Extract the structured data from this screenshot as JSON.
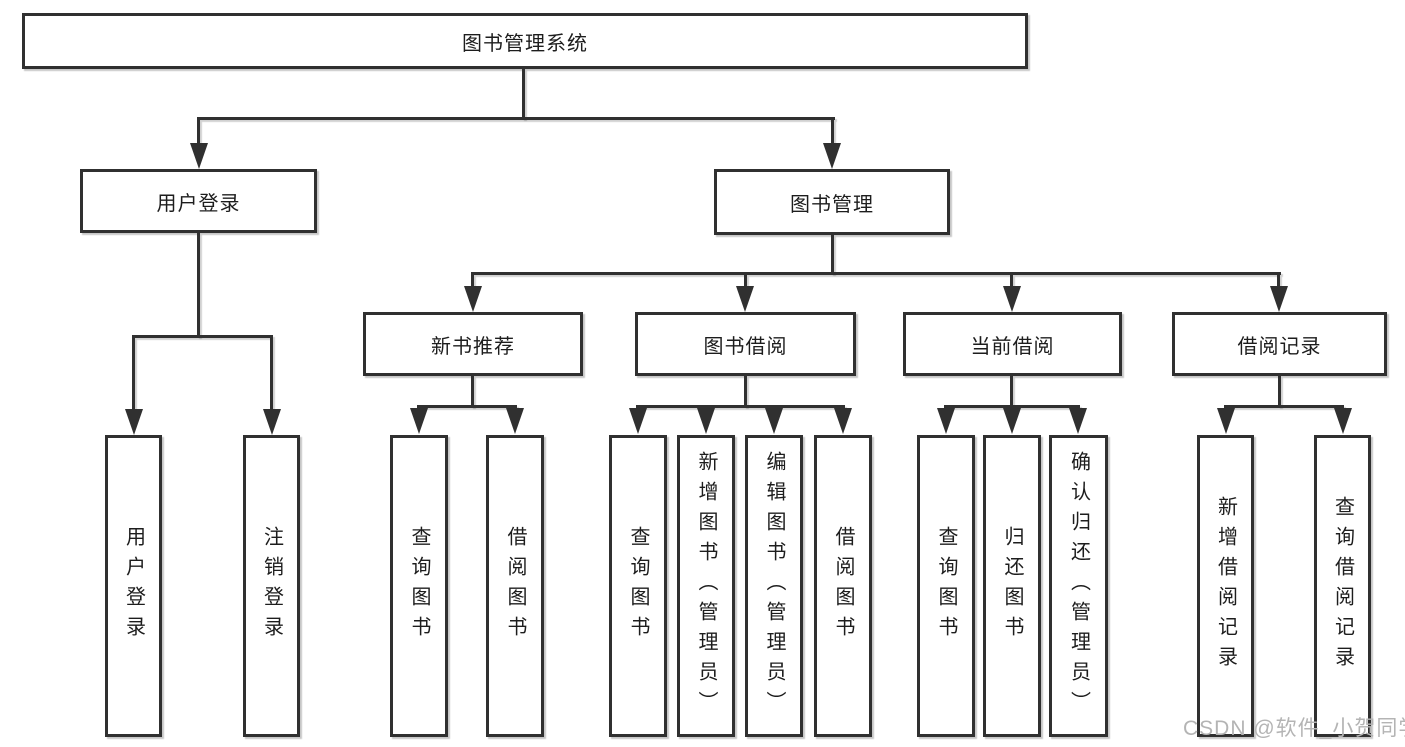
{
  "diagram": {
    "type": "hierarchy",
    "tree": {
      "label": "图书管理系统",
      "children": [
        {
          "label": "用户登录",
          "children": [
            {
              "label": "用户登录"
            },
            {
              "label": "注销登录"
            }
          ]
        },
        {
          "label": "图书管理",
          "children": [
            {
              "label": "新书推荐",
              "children": [
                {
                  "label": "查询图书"
                },
                {
                  "label": "借阅图书"
                }
              ]
            },
            {
              "label": "图书借阅",
              "children": [
                {
                  "label": "查询图书"
                },
                {
                  "label": "新增图书（管理员）"
                },
                {
                  "label": "编辑图书（管理员）"
                },
                {
                  "label": "借阅图书"
                }
              ]
            },
            {
              "label": "当前借阅",
              "children": [
                {
                  "label": "查询图书"
                },
                {
                  "label": "归还图书"
                },
                {
                  "label": "确认归还（管理员）"
                }
              ]
            },
            {
              "label": "借阅记录",
              "children": [
                {
                  "label": "新增借阅记录"
                },
                {
                  "label": "查询借阅记录"
                }
              ]
            }
          ]
        }
      ]
    }
  },
  "watermark": {
    "text": "CSDN @软件_小贺同学"
  },
  "colors": {
    "line": "#303030",
    "text": "#1d1d1d",
    "box_background": "#ffffff",
    "page_background": "#ffffff",
    "watermark": "#b4b4b4"
  }
}
